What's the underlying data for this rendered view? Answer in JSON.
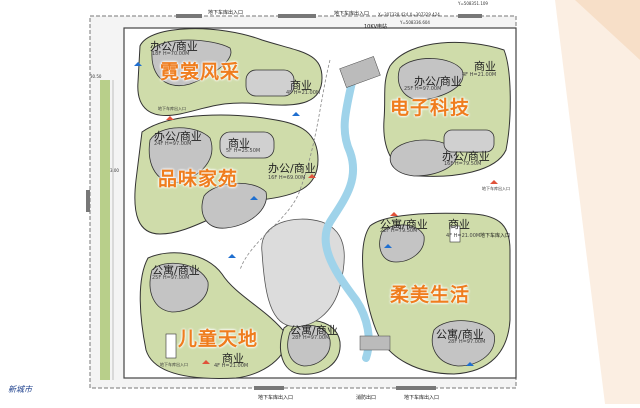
{
  "colors": {
    "block": "#cfdcaa",
    "building": "#c2c2c2",
    "road": "#ffffff",
    "plaza": "#d9d9d9",
    "water": "#bfe3f2",
    "zone_label": "#ef7d1e",
    "boundary": "#555555"
  },
  "top_coord_1": "Y=508351.109",
  "top_coord_2": "X=307328.424  X=307329.424",
  "top_coord_3": "Y=508336.604",
  "zones": {
    "nichang": "霓裳风采",
    "dianzi": "电子科技",
    "pinwei": "品味家苑",
    "roumei": "柔美生活",
    "ertong": "儿童天地"
  },
  "buildings": {
    "b1_name": "办公/商业",
    "b1_spec": "18F  H=70.00M",
    "b2_name": "商业",
    "b2_spec": "4F  H=21.00M",
    "b3_name": "办公/商业",
    "b3_spec": "24F  H=97.00M",
    "b4_name": "商业",
    "b4_spec": "5F  H=25.50M",
    "b5_name": "办公/商业",
    "b5_spec": "16F  H=69.00M",
    "b6_name": "办公/商业",
    "b6_spec": "25F  H=97.00M",
    "b7_name": "商业",
    "b7_spec": "4F  H=21.00M",
    "b8_name": "办公/商业",
    "b8_spec": "16F  H=79.50M",
    "b9_name": "公寓/商业",
    "b9_spec": "22F  H=79.50M",
    "b10_name": "商业",
    "b10_spec": "4F  H=21.00M",
    "b11_name": "公寓/商业",
    "b11_spec": "28F  H=97.00M",
    "b12_name": "公寓/商业",
    "b12_spec": "25F  H=97.00M",
    "b13_name": "商业",
    "b13_spec": "4F  H=21.00M",
    "b14_name": "公寓/商业",
    "b14_spec": "28F  H=97.00M"
  },
  "notes": {
    "top_gate": "地下车库出入口",
    "top_right_gate": "地下车库出入口",
    "right_gate": "地下车库入口",
    "bottom_gate_left": "地下车库出入口",
    "bottom_gate_mid": "消防出口",
    "bottom_gate_right": "地下车库出入口",
    "substation": "10KV电站",
    "note_a": "地下车库出入口",
    "note_b": "地下车库出入口",
    "note_c": "地下车库出入口",
    "left_dim": "30.50",
    "left_dim2": "3.00",
    "footer": "新城市"
  }
}
